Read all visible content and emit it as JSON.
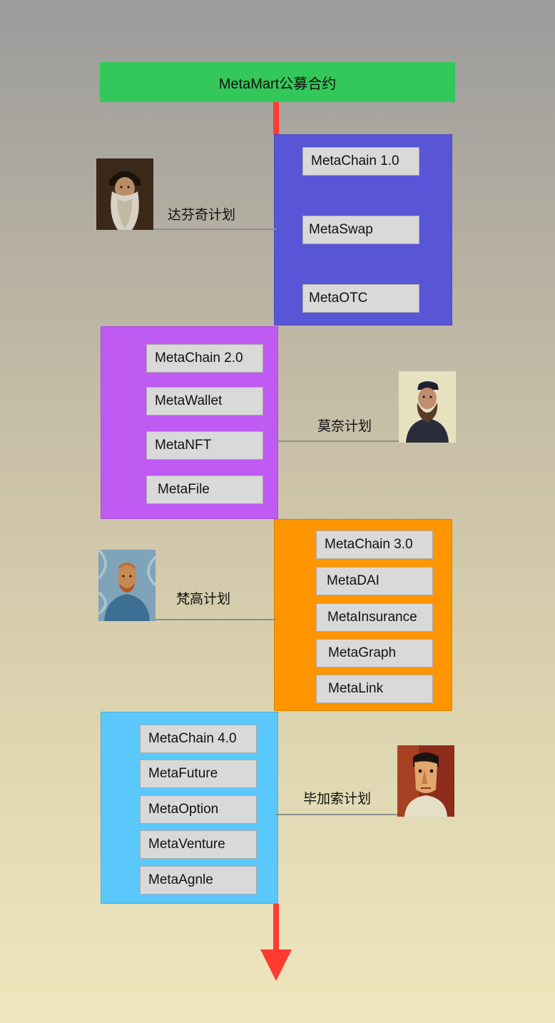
{
  "title": "MetaMart公募合约",
  "colors": {
    "title_bar": "#34c759",
    "timeline_arrow": "#ff3b30",
    "phase_1": "#5856d6",
    "phase_2": "#bf5af2",
    "phase_3": "#ff9500",
    "phase_4": "#5ac8fa",
    "module_box": "#d9d9d9",
    "connector": "#8e8e8e"
  },
  "phases": [
    {
      "plan_label": "达芬奇计划",
      "portrait_icon": "leonardo-da-vinci-portrait",
      "modules": [
        "MetaChain 1.0",
        "MetaSwap",
        "MetaOTC"
      ]
    },
    {
      "plan_label": "莫奈计划",
      "portrait_icon": "claude-monet-portrait",
      "modules": [
        "MetaChain 2.0",
        "MetaWallet",
        "MetaNFT",
        "MetaFile"
      ]
    },
    {
      "plan_label": "梵高计划",
      "portrait_icon": "van-gogh-portrait",
      "modules": [
        "MetaChain 3.0",
        "MetaDAI",
        "MetaInsurance",
        "MetaGraph",
        "MetaLink"
      ]
    },
    {
      "plan_label": "毕加索计划",
      "portrait_icon": "picasso-portrait",
      "modules": [
        "MetaChain 4.0",
        "MetaFuture",
        "MetaOption",
        "MetaVenture",
        "MetaAgnle"
      ]
    }
  ]
}
